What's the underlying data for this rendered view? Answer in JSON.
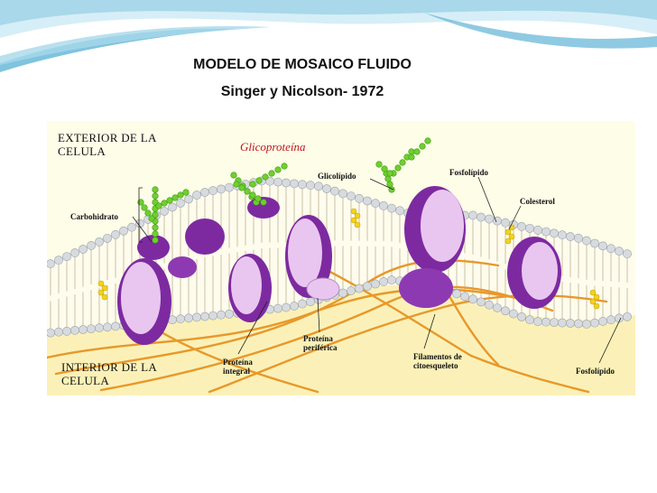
{
  "slide": {
    "title": "MODELO DE MOSAICO FLUIDO",
    "subtitle": "Singer y Nicolson- 1972",
    "accent_colors": [
      "#5fb4d6",
      "#a8d8ea"
    ]
  },
  "figure": {
    "colors": {
      "background": "#fefde8",
      "lipid_head": "#d7dbe0",
      "protein": "#7d2aa1",
      "protein_light": "#e9c6ef",
      "carbohydrate": "#6fcf2f",
      "cholesterol": "#f2d21d",
      "filament": "#e8982a",
      "glycoprotein_label": "#c0141c"
    },
    "labels": {
      "exterior_line1": "EXTERIOR DE LA",
      "exterior_line2": "CELULA",
      "interior_line1": "INTERIOR DE LA",
      "interior_line2": "CELULA",
      "glicoproteina": "Glicoproteína",
      "glicolipido": "Glicolípido",
      "fosfolipido_top": "Fosfolípido",
      "colesterol": "Colesterol",
      "carbohidrato": "Carbohidrato",
      "proteina_integral_1": "Proteína",
      "proteina_integral_2": "integral",
      "proteina_periferica_1": "Proteína",
      "proteina_periferica_2": "periférica",
      "filamentos_1": "Filamentos de",
      "filamentos_2": "citoesqueleto",
      "fosfolipido_bottom": "Fosfolípido"
    }
  }
}
